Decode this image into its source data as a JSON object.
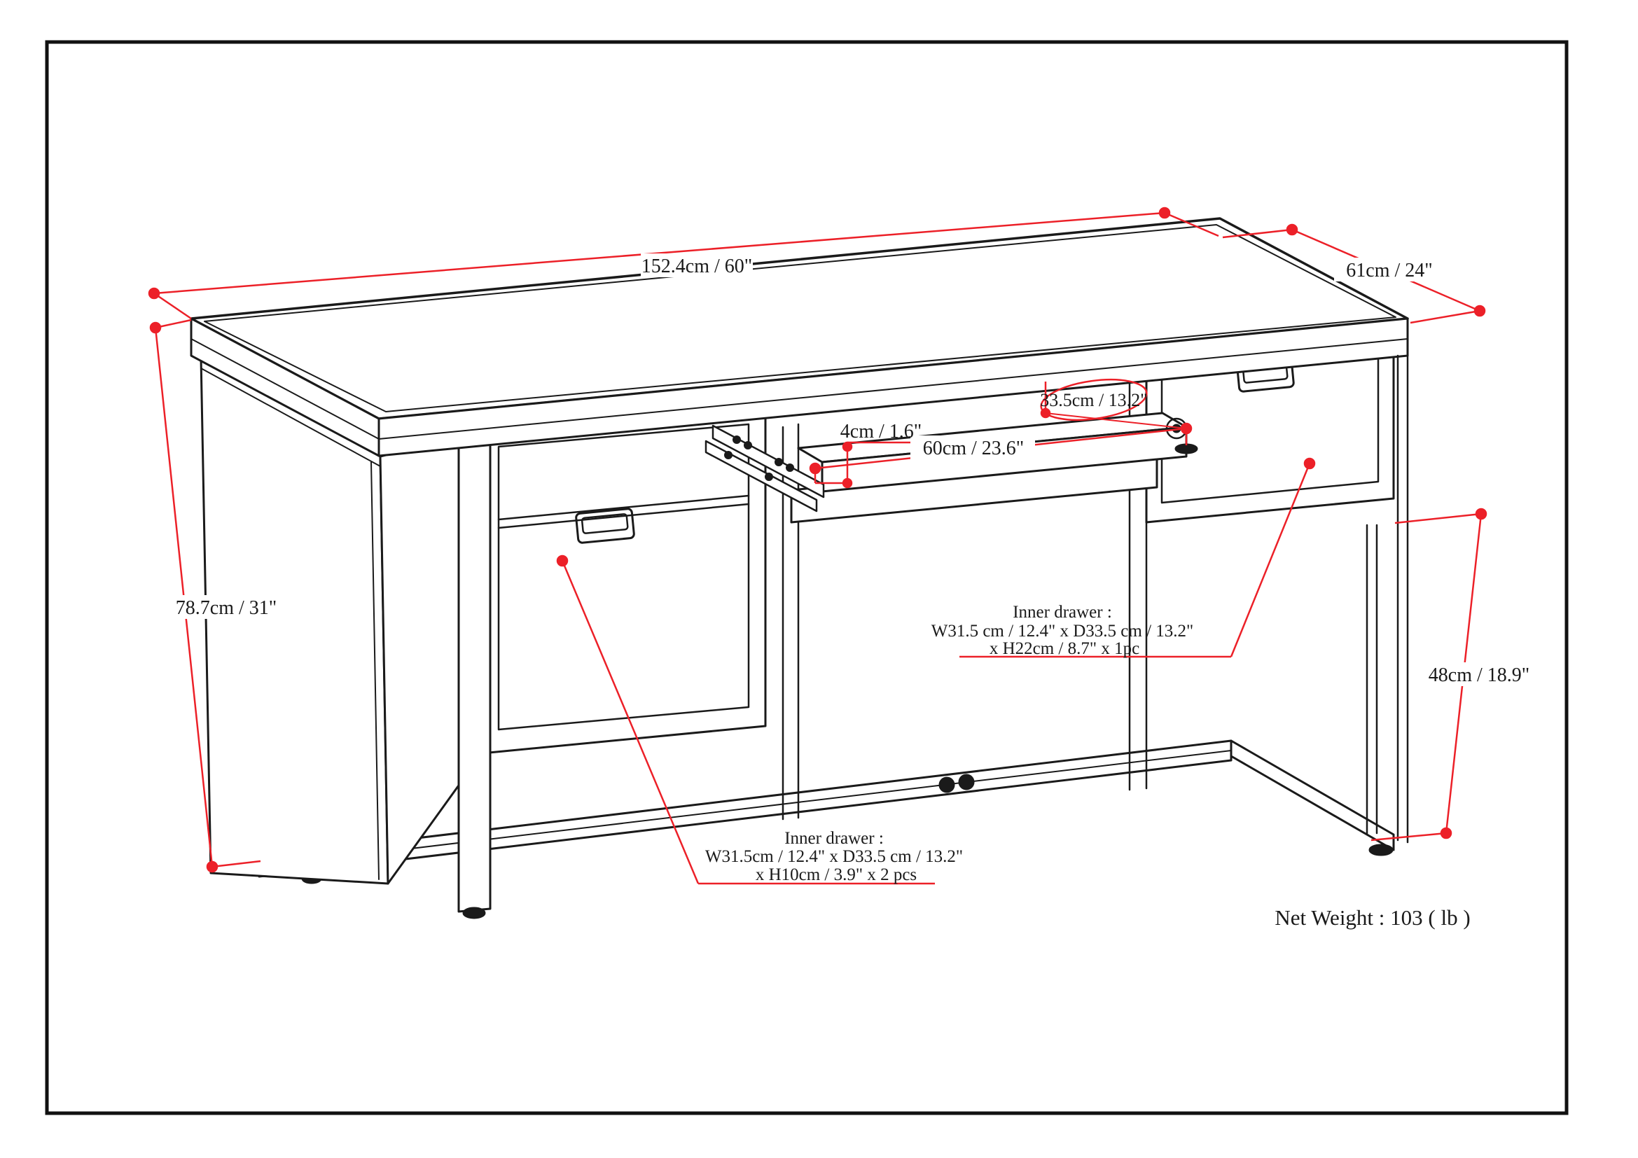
{
  "page": {
    "background": "#ffffff",
    "border_color": "#111111"
  },
  "colors": {
    "line": "#1a1a1a",
    "dimension_red": "#ec2028"
  },
  "dimensions": {
    "width": {
      "label": "152.4cm / 60\""
    },
    "depth": {
      "label": "61cm / 24\""
    },
    "height": {
      "label": "78.7cm / 31\""
    },
    "leg_clearance": {
      "label": "48cm / 18.9\""
    },
    "tray_front_height": {
      "label": "4cm / 1.6\""
    },
    "tray_width": {
      "label": "60cm / 23.6\""
    },
    "tray_depth": {
      "label": "33.5cm / 13.2\""
    }
  },
  "annotations": {
    "right_inner_drawer": {
      "line1": "Inner drawer :",
      "line2": "W31.5 cm / 12.4\" x D33.5 cm / 13.2\"",
      "line3": "x H22cm / 8.7\" x 1pc"
    },
    "left_inner_drawer": {
      "line1": "Inner drawer :",
      "line2": "W31.5cm / 12.4\" x D33.5 cm / 13.2\"",
      "line3": "x H10cm / 3.9\" x 2 pcs"
    },
    "net_weight": "Net Weight : 103 ( lb )"
  }
}
